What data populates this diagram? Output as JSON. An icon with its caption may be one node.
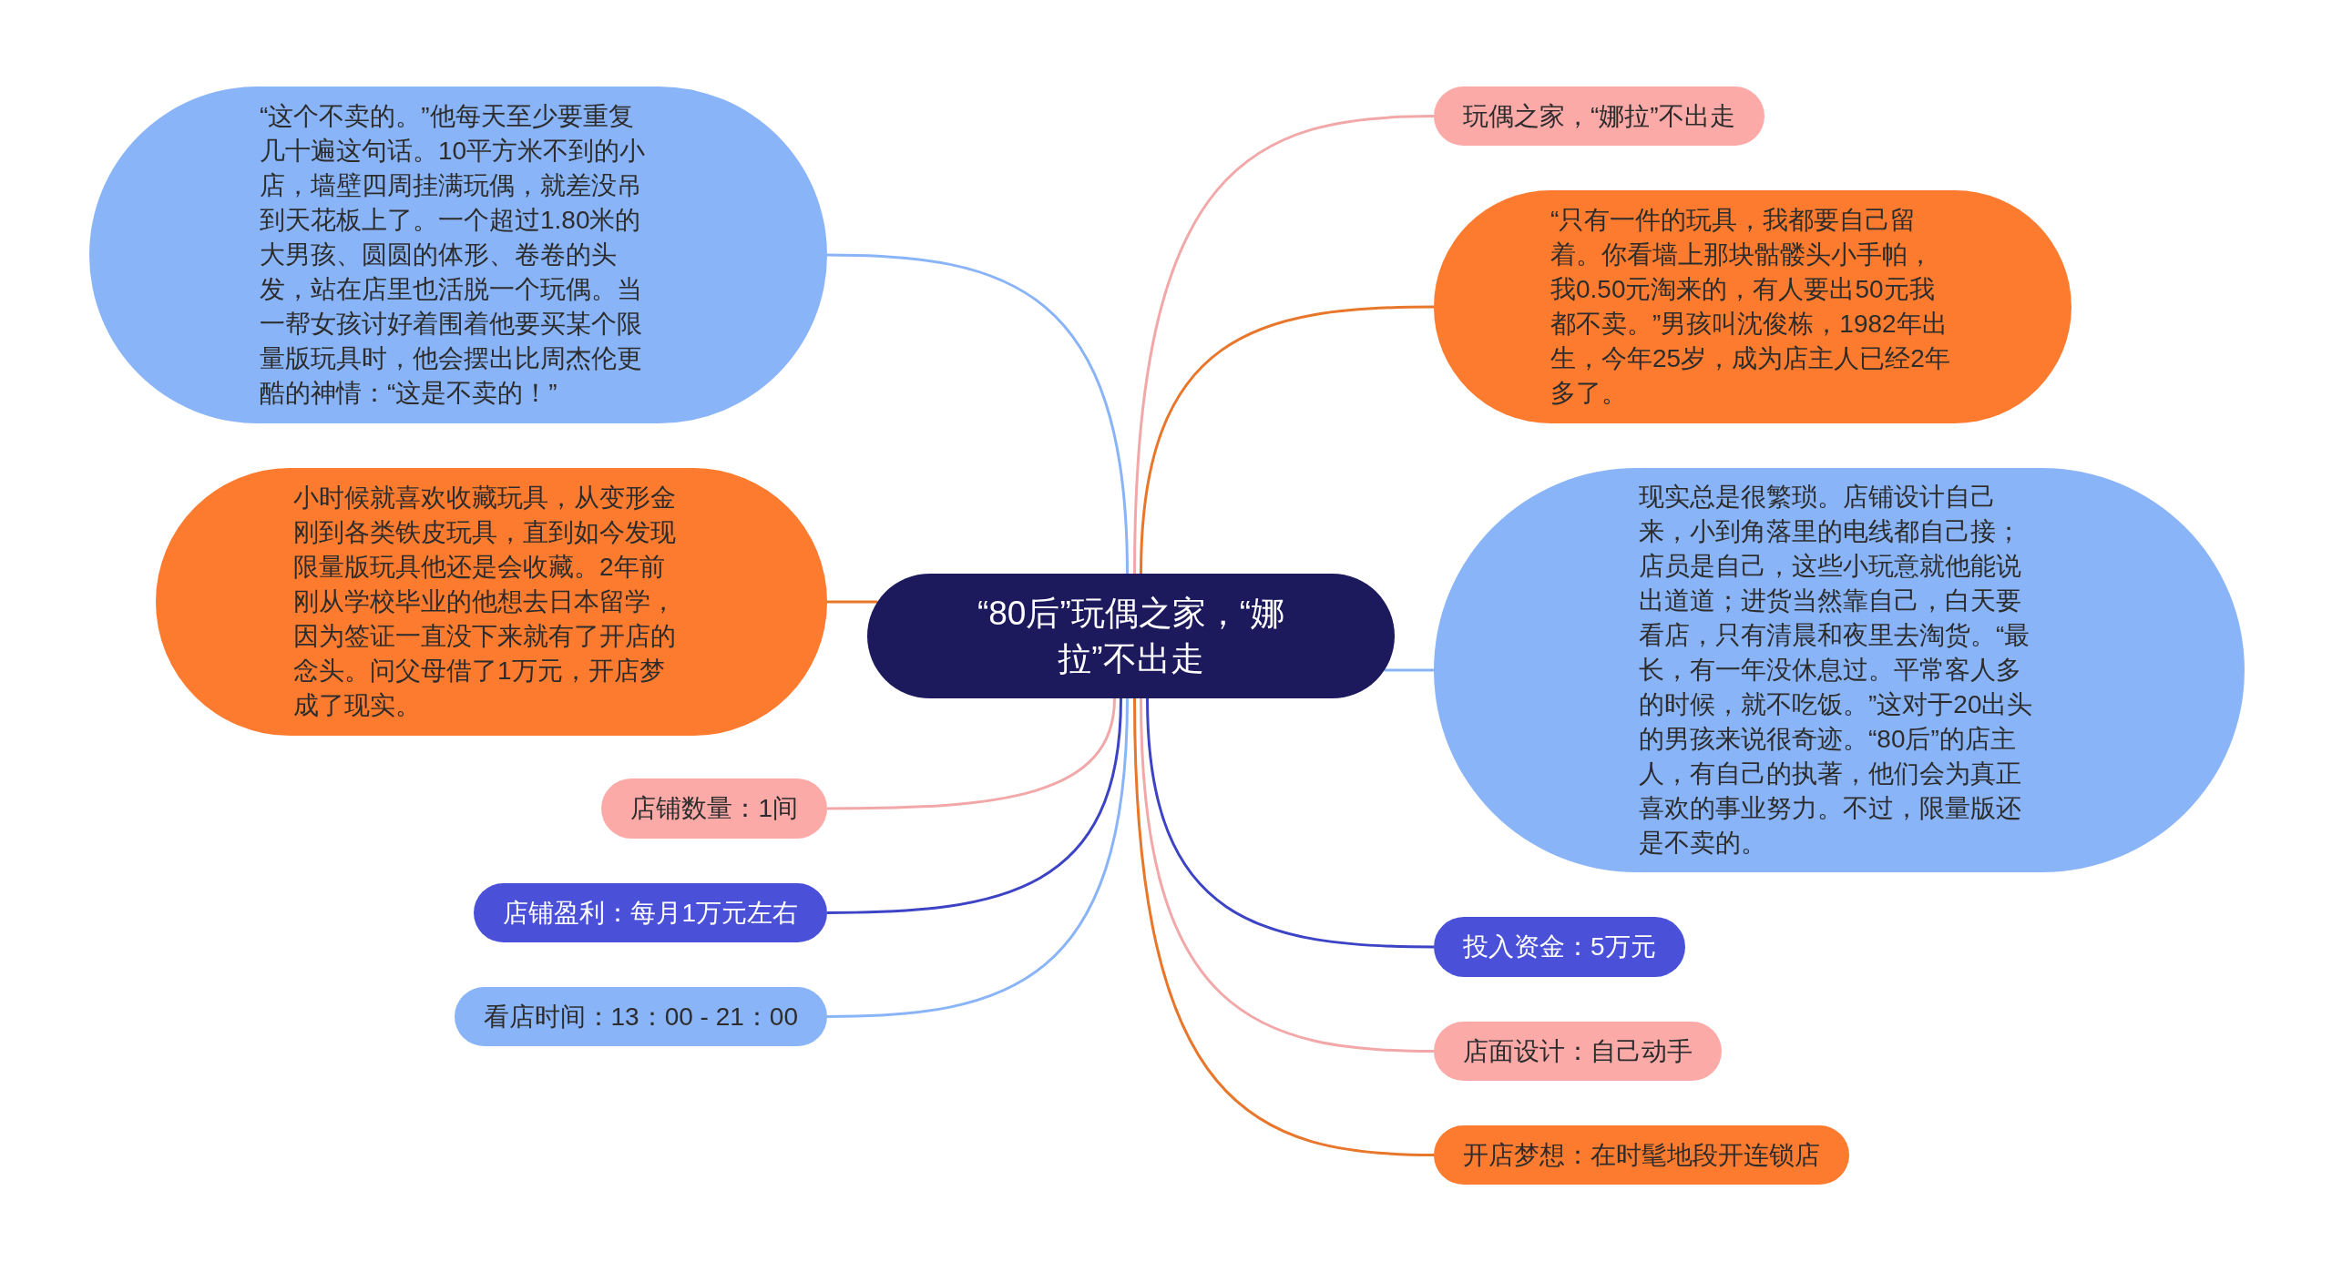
{
  "diagram": {
    "nodes": [
      {
        "text": [
          "“80后”玩偶之家，“娜拉”不出走"
        ]
      },
      {
        "text": [
          "“这个不卖的。”他每天至少要重复几十遍这句话。10平方米不到的小店，墙壁四周挂满玩偶，就差没吊到天花板上了。一个超过1.80米的大男孩、圆圆的体形、卷卷的头发，站在店里也活脱一个玩偶。当一帮女孩讨好着围着他要买某个限量版玩具时，他会摆出比周杰伦更酷的神情：“这是不卖的！”"
        ]
      },
      {
        "text": [
          "玩偶之家，“娜拉”不出走"
        ]
      },
      {
        "text": [
          "“只有一件的玩具，我都要自己留着。你看墙上那块骷髅头小手帕，我0.50元淘来的，有人要出50元我都不卖。”男孩叫沈俊栋，1982年出生，今年25岁，成为店主人已经2年多了。"
        ]
      },
      {
        "text": [
          "小时候就喜欢收藏玩具，从变形金刚到各类铁皮玩具，直到如今发现限量版玩具他还是会收藏。2年前刚从学校毕业的他想去日本留学，因为签证一直没下来就有了开店的念头。问父母借了1万元，开店梦成了现实。"
        ]
      },
      {
        "text": [
          "现实总是很繁琐。店铺设计自己来，小到角落里的电线都自己接；店员是自己，这些小玩意就他能说出道道；进货当然靠自己，白天要看店，只有清晨和夜里去淘货。“最长，有一年没休息过。平常客人多的时候，就不吃饭。”这对于20出头的男孩来说很奇迹。“80后”的店主人，有自己的执著，他们会为真正喜欢的事业努力。不过，限量版还是不卖的。"
        ]
      },
      {
        "text": [
          "店铺数量：1间"
        ]
      },
      {
        "text": [
          "店铺盈利：每月1万元左右"
        ]
      },
      {
        "text": [
          "投入资金：5万元"
        ]
      },
      {
        "text": [
          "看店时间：13：00 - 21：00"
        ]
      },
      {
        "text": [
          "店面设计：自己动手"
        ]
      },
      {
        "text": [
          "开店梦想：在时髦地段开连锁店"
        ]
      }
    ],
    "edges": [
      {
        "from": 0,
        "to": 1,
        "arrow": "none",
        "color": "#8ab4f8"
      },
      {
        "from": 0,
        "to": 2,
        "arrow": "none",
        "color": "#f2a8a8"
      },
      {
        "from": 0,
        "to": 3,
        "arrow": "none",
        "color": "#e8762b"
      },
      {
        "from": 0,
        "to": 4,
        "arrow": "none",
        "color": "#e8762b"
      },
      {
        "from": 0,
        "to": 5,
        "arrow": "none",
        "color": "#8ab4f8"
      },
      {
        "from": 0,
        "to": 6,
        "arrow": "none",
        "color": "#f2a8a8"
      },
      {
        "from": 0,
        "to": 7,
        "arrow": "none",
        "color": "#3c43c4"
      },
      {
        "from": 0,
        "to": 8,
        "arrow": "none",
        "color": "#3c43c4"
      },
      {
        "from": 0,
        "to": 9,
        "arrow": "none",
        "color": "#8ab4f8"
      },
      {
        "from": 0,
        "to": 10,
        "arrow": "none",
        "color": "#f2a8a8"
      },
      {
        "from": 0,
        "to": 11,
        "arrow": "none",
        "color": "#e8762b"
      }
    ]
  }
}
